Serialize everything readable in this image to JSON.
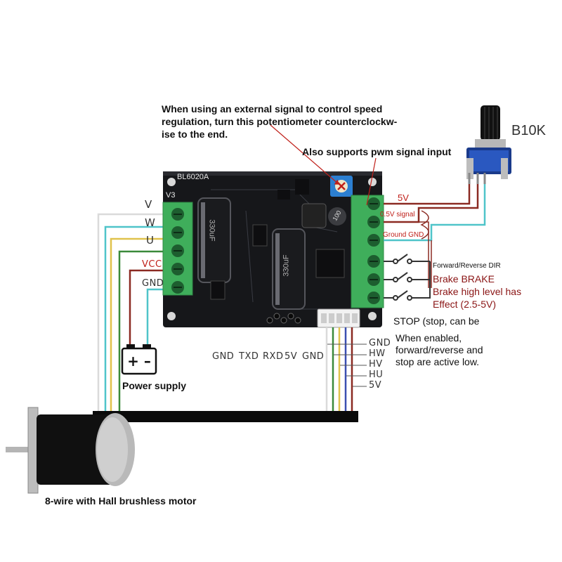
{
  "board": {
    "model": "BL6020A",
    "version": "V3",
    "cap_label": "330uF",
    "cap_label_right": "330uF",
    "inductor_label": "100"
  },
  "annotations": {
    "ext_signal_note_1": "When using an external signal to control speed",
    "ext_signal_note_2": "regulation, turn this potentiometer counterclockw-",
    "ext_signal_note_3": "ise to the end.",
    "pwm_note": "Also supports pwm signal input",
    "pot_label": "B10K",
    "power_supply": "Power supply",
    "motor_label": "8-wire with Hall brushless motor"
  },
  "left_terminals": [
    "V",
    "W",
    "U",
    "VCC",
    "GND"
  ],
  "right_terminals": {
    "v5": "5V",
    "signal": "0.5V signal",
    "ground": "Ground GND",
    "dir": "Forward/Reverse DIR",
    "brake_1": "Brake BRAKE",
    "brake_2": "Brake high level has",
    "brake_3": "Effect (2.5-5V)",
    "stop": "STOP (stop, can be",
    "note_1": "When enabled,",
    "note_2": "forward/reverse and",
    "note_3": "stop are active low."
  },
  "serial_pins": [
    "GND",
    "TXD",
    "RXD",
    "5V",
    "GND"
  ],
  "hall_pins": [
    "GND",
    "HW",
    "HV",
    "HU",
    "5V"
  ],
  "colors": {
    "board": "#16171a",
    "terminal": "#3fae5b",
    "wire_red": "#8b2a22",
    "wire_cyan": "#4fc4c9",
    "wire_yellow": "#e0c24c",
    "wire_green": "#3a8a3a",
    "wire_blue": "#3a4fb0",
    "wire_white": "#dadada",
    "pot_blue": "#2c7fd1"
  }
}
